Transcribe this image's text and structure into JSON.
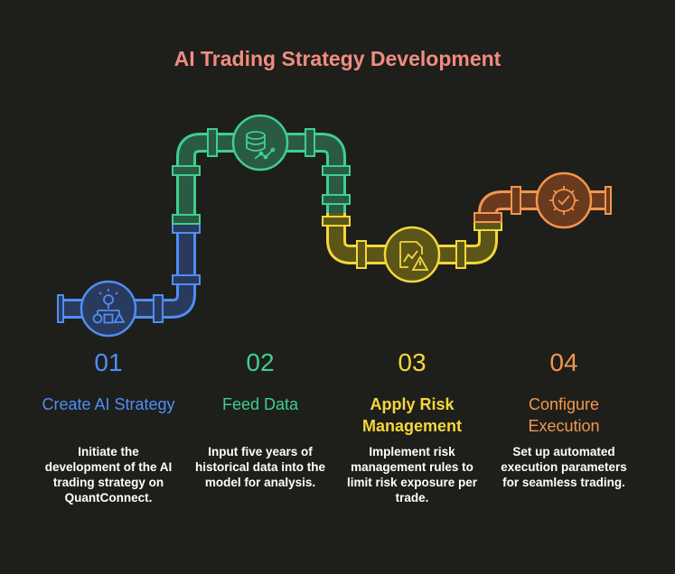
{
  "title": "AI Trading Strategy Development",
  "colors": {
    "blue": "#4f8ef7",
    "green": "#3ecf8e",
    "yellow": "#f5d73a",
    "orange": "#f5964e",
    "title": "#f28b82"
  },
  "steps": [
    {
      "number": "01",
      "heading": "Create AI Strategy",
      "description": "Initiate the development of the AI trading strategy on QuantConnect.",
      "icon": "lightbulb-flowchart-icon"
    },
    {
      "number": "02",
      "heading": "Feed Data",
      "description": "Input five years of historical data into the model for analysis.",
      "icon": "database-chart-icon"
    },
    {
      "number": "03",
      "heading": "Apply Risk Management",
      "description": "Implement risk management rules to limit risk exposure per trade.",
      "icon": "document-warning-icon"
    },
    {
      "number": "04",
      "heading": "Configure Execution",
      "description": "Set up automated execution parameters for seamless trading.",
      "icon": "gear-check-icon"
    }
  ]
}
